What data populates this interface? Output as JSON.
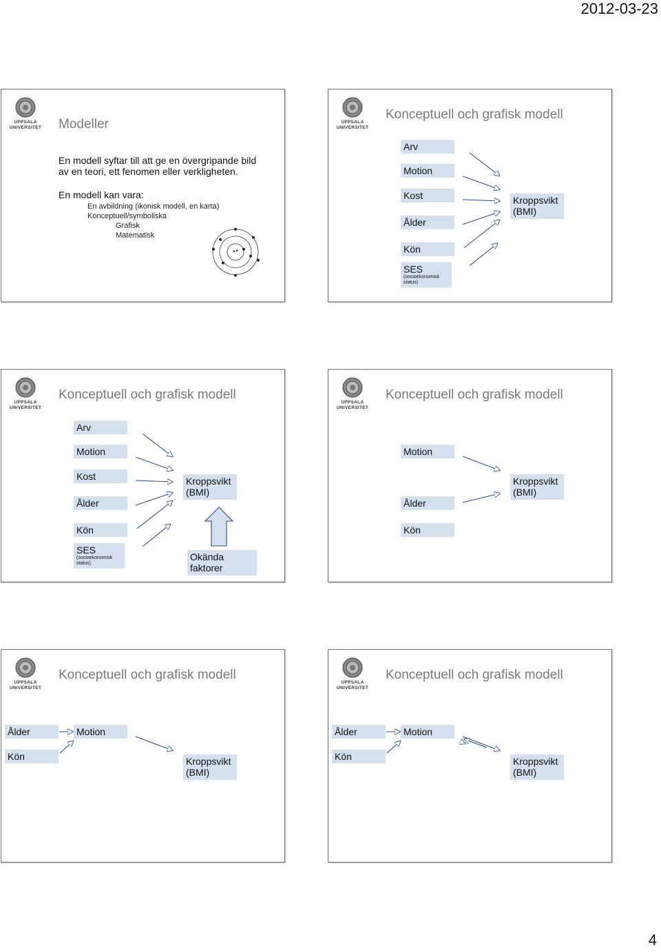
{
  "header": {
    "date": "2012-03-23"
  },
  "footer": {
    "page": "4"
  },
  "logo": {
    "line1": "UPPSALA",
    "line2": "UNIVERSITET"
  },
  "slide1": {
    "title": "Modeller",
    "para1_line1": "En modell syftar till att ge en övergripande bild",
    "para1_line2": "av en teori, ett fenomen eller verkligheten.",
    "para2": "En modell kan vara:",
    "item1": "En avbildning (ikonisk modell, en karta)",
    "item2": "Konceptuell/symboliska",
    "item3": "Grafisk",
    "item4": "Matematisk"
  },
  "model_title": "Konceptuell och grafisk modell",
  "labels": {
    "arv": "Arv",
    "motion": "Motion",
    "kost": "Kost",
    "alder": "Ålder",
    "kon": "Kön",
    "ses": "SES",
    "ses_sub1": "(socioekonomisk",
    "ses_sub2": "status)",
    "bmi1": "Kroppsvikt",
    "bmi2": "(BMI)",
    "okanda1": "Okända",
    "okanda2": "faktorer"
  },
  "colors": {
    "box_fill": "#d4e0ee",
    "title": "#7a7a7a"
  }
}
